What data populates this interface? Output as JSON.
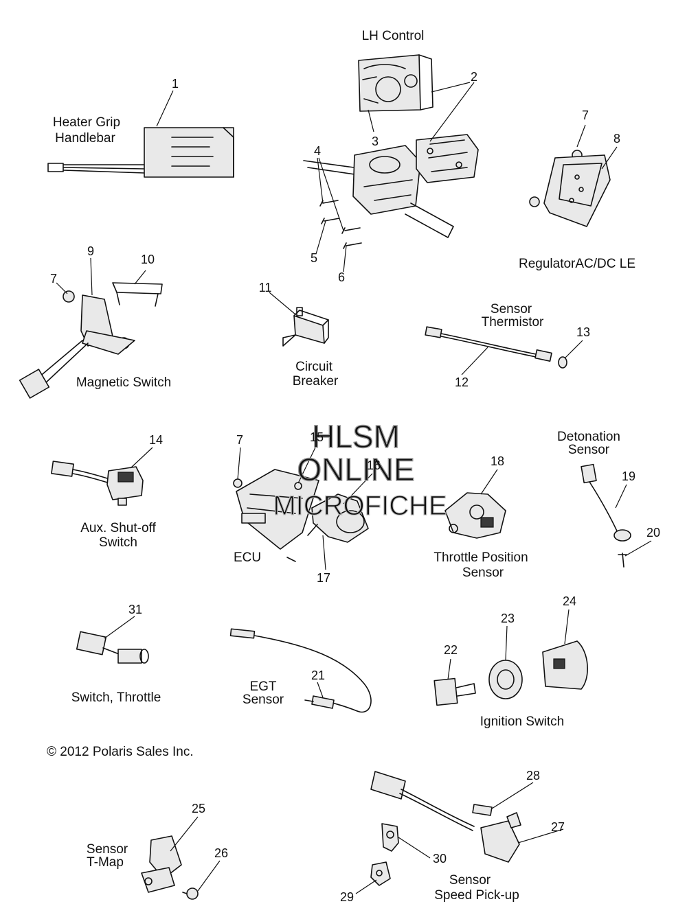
{
  "watermark": {
    "line1": "HLSM",
    "line2": "ONLINE",
    "line3": "MICROFICHE"
  },
  "copyright": "© 2012 Polaris Sales Inc.",
  "labels": {
    "lh_control": "LH Control",
    "heater_grip_1": "Heater Grip",
    "heater_grip_2": "Handlebar",
    "regulator": "RegulatorAC/DC LE",
    "magnetic_switch": "Magnetic Switch",
    "circuit_breaker_1": "Circuit",
    "circuit_breaker_2": "Breaker",
    "sensor_thermistor_1": "Sensor",
    "sensor_thermistor_2": "Thermistor",
    "aux_shutoff_1": "Aux. Shut-off",
    "aux_shutoff_2": "Switch",
    "ecu": "ECU",
    "throttle_position_1": "Throttle Position",
    "throttle_position_2": "Sensor",
    "detonation_1": "Detonation",
    "detonation_2": "Sensor",
    "switch_throttle": "Switch, Throttle",
    "egt_1": "EGT",
    "egt_2": "Sensor",
    "ignition_switch": "Ignition Switch",
    "sensor_tmap_1": "Sensor",
    "sensor_tmap_2": "T-Map",
    "speed_pickup_1": "Sensor",
    "speed_pickup_2": "Speed Pick-up"
  },
  "callouts": {
    "n1": "1",
    "n2": "2",
    "n3": "3",
    "n4": "4",
    "n5": "5",
    "n6": "6",
    "n7a": "7",
    "n7b": "7",
    "n7c": "7",
    "n8": "8",
    "n9": "9",
    "n10": "10",
    "n11": "11",
    "n12": "12",
    "n13": "13",
    "n14": "14",
    "n15": "15",
    "n16": "16",
    "n17": "17",
    "n18": "18",
    "n19": "19",
    "n20": "20",
    "n21": "21",
    "n22": "22",
    "n23": "23",
    "n24": "24",
    "n25": "25",
    "n26": "26",
    "n27": "27",
    "n28": "28",
    "n29": "29",
    "n30": "30",
    "n31": "31"
  }
}
